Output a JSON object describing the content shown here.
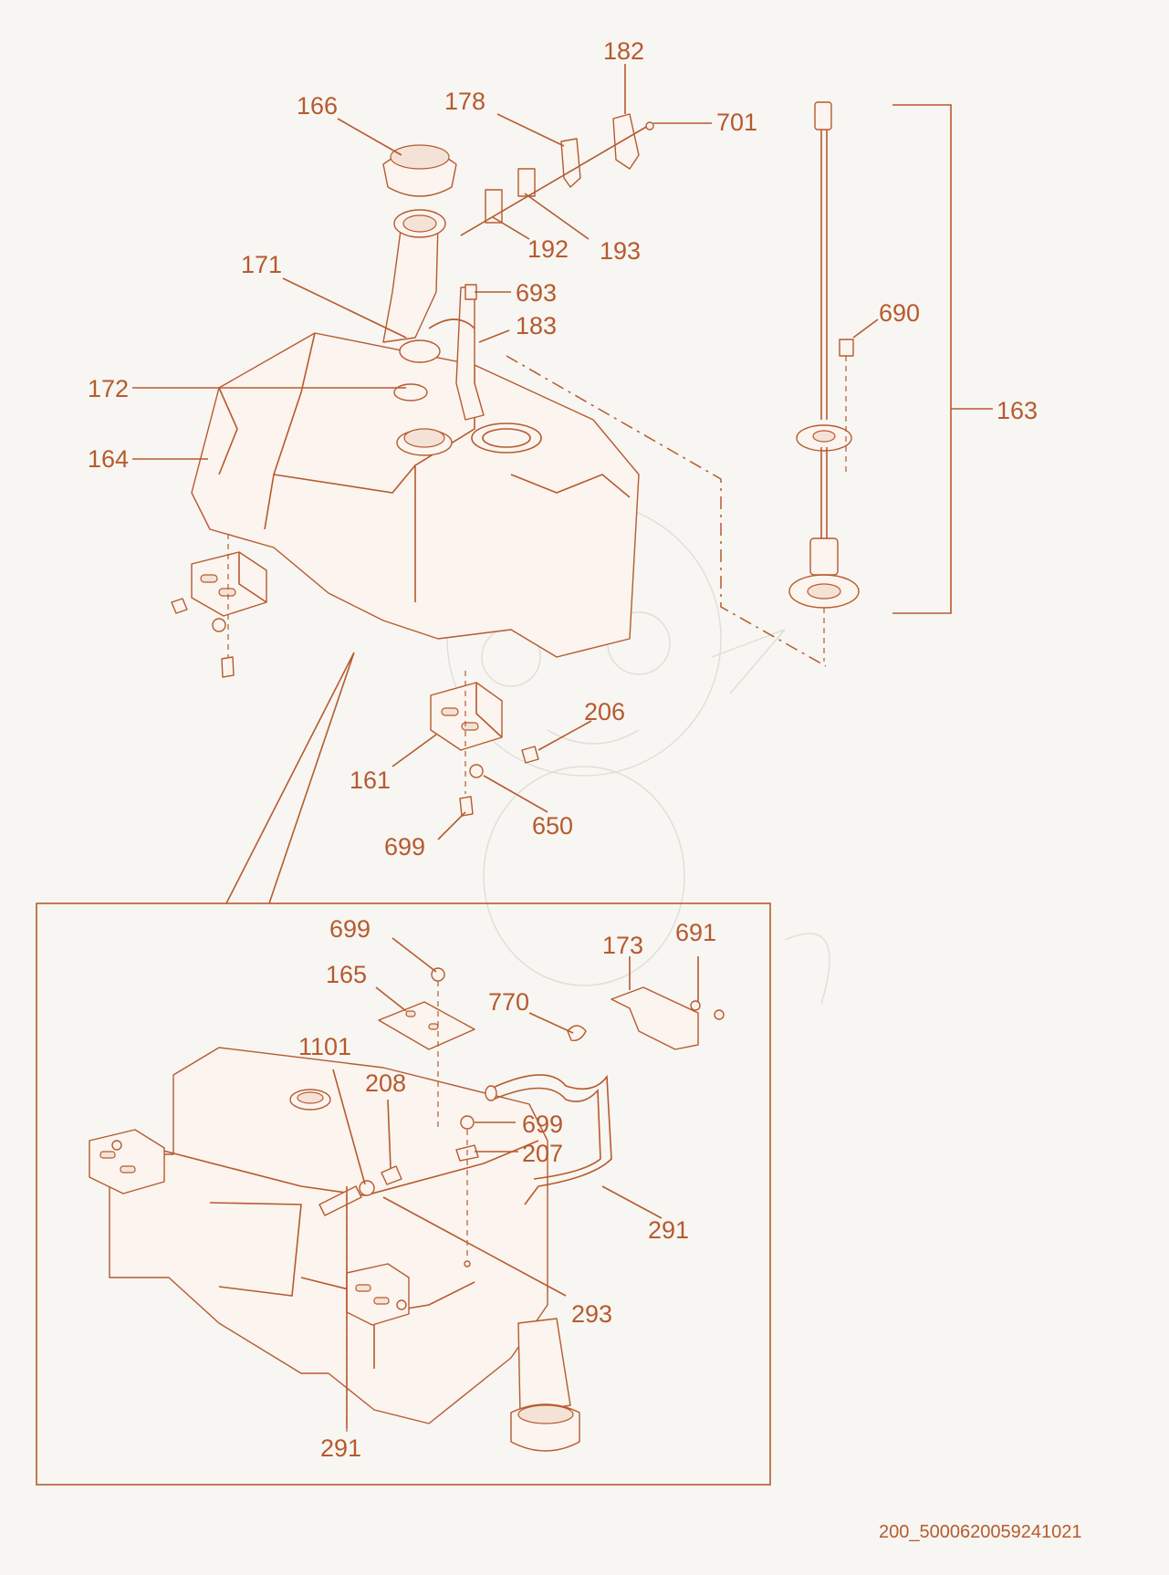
{
  "diagram": {
    "labels": {
      "l166": "166",
      "l178": "178",
      "l182": "182",
      "l701": "701",
      "l192": "192",
      "l193": "193",
      "l171": "171",
      "l693": "693",
      "l183": "183",
      "l172": "172",
      "l164": "164",
      "l690": "690",
      "l163": "163",
      "l206": "206",
      "l161": "161",
      "l699a": "699",
      "l650": "650",
      "l699b": "699",
      "l165": "165",
      "l173": "173",
      "l691": "691",
      "l770": "770",
      "l1101": "1101",
      "l208": "208",
      "l699c": "699",
      "l207": "207",
      "l291a": "291",
      "l293": "293",
      "l291b": "291"
    },
    "drawing_id": "200_5000620059241021",
    "colors": {
      "line": "#b75a2e",
      "paper": "#f7f6f2",
      "fill": "#fbf4ef"
    }
  }
}
